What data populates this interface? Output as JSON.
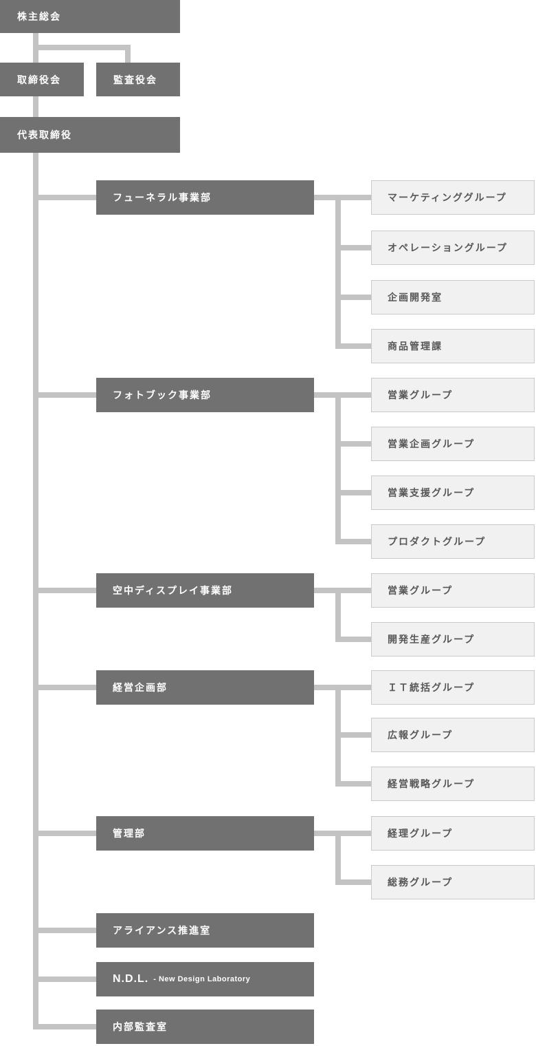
{
  "palette": {
    "dark_box": "#717171",
    "light_box_bg": "#f1f1f1",
    "light_box_border": "#c9c9c9",
    "connector_line": "#c3c3c3",
    "dark_box_text": "#ffffff",
    "light_box_text": "#575757"
  },
  "top": {
    "shareholders_meeting": "株主総会",
    "board_of_directors": "取締役会",
    "audit_board": "監査役会",
    "representative_director": "代表取締役"
  },
  "departments": [
    {
      "label": "フューネラル事業部",
      "groups": [
        "マーケティンググループ",
        "オペレーショングループ",
        "企画開発室",
        "商品管理課"
      ]
    },
    {
      "label": "フォトブック事業部",
      "groups": [
        "営業グループ",
        "営業企画グループ",
        "営業支援グループ",
        "プロダクトグループ"
      ]
    },
    {
      "label": "空中ディスプレイ事業部",
      "groups": [
        "営業グループ",
        "開発生産グループ"
      ]
    },
    {
      "label": "経営企画部",
      "groups": [
        "ＩＴ統括グループ",
        "広報グループ",
        "経営戦略グループ"
      ]
    },
    {
      "label": "管理部",
      "groups": [
        "経理グループ",
        "総務グループ"
      ]
    },
    {
      "label": "アライアンス推進室",
      "groups": []
    },
    {
      "label": "N.D.L.",
      "sub_label": "- New Design Laboratory",
      "groups": []
    },
    {
      "label": "内部監査室",
      "groups": []
    }
  ]
}
